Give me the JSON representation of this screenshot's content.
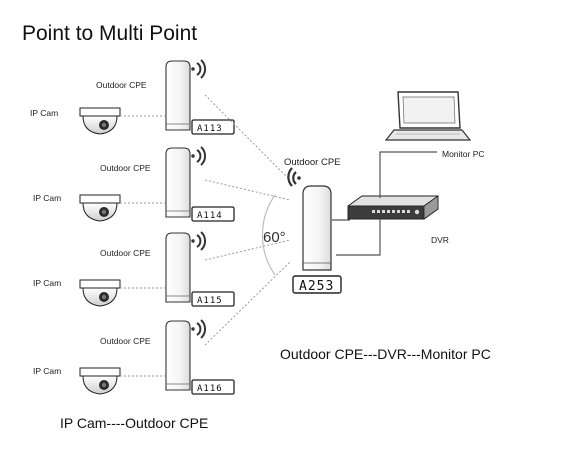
{
  "title": "Point to Multi Point",
  "cpe_label": "Outdoor CPE",
  "ipcam_label": "IP Cam",
  "clients": [
    {
      "ssid": "A113"
    },
    {
      "ssid": "A114"
    },
    {
      "ssid": "A115"
    },
    {
      "ssid": "A116"
    }
  ],
  "base_station": {
    "label": "Outdoor CPE",
    "ssid": "A253",
    "angle": "60°"
  },
  "dvr_label": "DVR",
  "monitor_label": "Monitor PC",
  "caption_left": "IP Cam----Outdoor CPE",
  "caption_right": "Outdoor CPE---DVR---Monitor PC"
}
